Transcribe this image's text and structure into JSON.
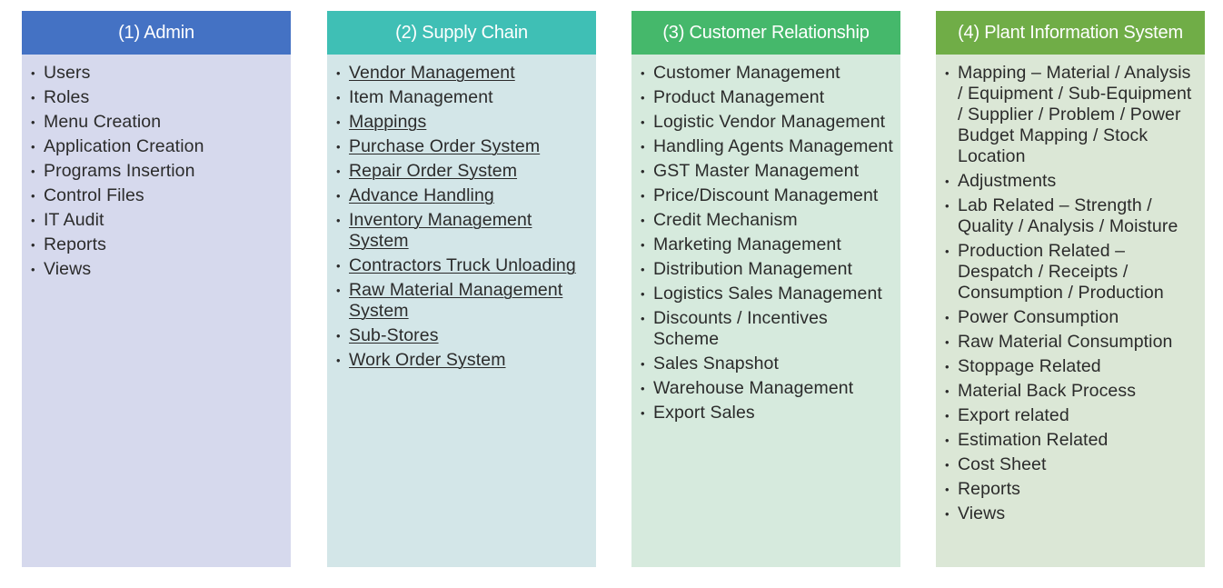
{
  "columns": [
    {
      "title": "(1) Admin",
      "items": [
        {
          "label": "Users",
          "link": false
        },
        {
          "label": "Roles",
          "link": false
        },
        {
          "label": "Menu Creation",
          "link": false
        },
        {
          "label": "Application Creation",
          "link": false
        },
        {
          "label": "Programs Insertion",
          "link": false
        },
        {
          "label": "Control Files",
          "link": false
        },
        {
          "label": "IT Audit",
          "link": false
        },
        {
          "label": "Reports",
          "link": false
        },
        {
          "label": "Views",
          "link": false
        }
      ]
    },
    {
      "title": "(2) Supply Chain",
      "items": [
        {
          "label": "Vendor Management",
          "link": true
        },
        {
          "label": "Item Management",
          "link": false
        },
        {
          "label": "Mappings",
          "link": true
        },
        {
          "label": "Purchase Order System",
          "link": true
        },
        {
          "label": "Repair Order System",
          "link": true
        },
        {
          "label": "Advance Handling",
          "link": true
        },
        {
          "label": "Inventory Management System",
          "link": true
        },
        {
          "label": "Contractors Truck Unloading",
          "link": true
        },
        {
          "label": "Raw Material Management System",
          "link": true
        },
        {
          "label": "Sub-Stores",
          "link": true
        },
        {
          "label": "Work Order System",
          "link": true
        }
      ]
    },
    {
      "title": "(3) Customer Relationship",
      "items": [
        {
          "label": "Customer Management",
          "link": false
        },
        {
          "label": "Product Management",
          "link": false
        },
        {
          "label": "Logistic Vendor Management",
          "link": false
        },
        {
          "label": "Handling Agents Management",
          "link": false
        },
        {
          "label": "GST Master Management",
          "link": false
        },
        {
          "label": "Price/Discount Management",
          "link": false
        },
        {
          "label": "Credit Mechanism",
          "link": false
        },
        {
          "label": "Marketing Management",
          "link": false
        },
        {
          "label": "Distribution Management",
          "link": false
        },
        {
          "label": "Logistics Sales Management",
          "link": false
        },
        {
          "label": "Discounts / Incentives Scheme",
          "link": false
        },
        {
          "label": "Sales Snapshot",
          "link": false
        },
        {
          "label": "Warehouse Management",
          "link": false
        },
        {
          "label": "Export Sales",
          "link": false
        }
      ]
    },
    {
      "title": "(4) Plant Information System",
      "items": [
        {
          "label": "Mapping – Material / Analysis / Equipment / Sub-Equipment / Supplier / Problem / Power Budget Mapping / Stock Location",
          "link": false
        },
        {
          "label": "Adjustments",
          "link": false
        },
        {
          "label": "Lab Related – Strength / Quality / Analysis / Moisture",
          "link": false
        },
        {
          "label": "Production Related – Despatch / Receipts / Consumption / Production",
          "link": false
        },
        {
          "label": "Power Consumption",
          "link": false
        },
        {
          "label": "Raw Material Consumption",
          "link": false
        },
        {
          "label": "Stoppage Related",
          "link": false
        },
        {
          "label": "Material Back Process",
          "link": false
        },
        {
          "label": "Export related",
          "link": false
        },
        {
          "label": "Estimation Related",
          "link": false
        },
        {
          "label": "Cost Sheet",
          "link": false
        },
        {
          "label": "Reports",
          "link": false
        },
        {
          "label": "Views",
          "link": false
        }
      ]
    }
  ]
}
